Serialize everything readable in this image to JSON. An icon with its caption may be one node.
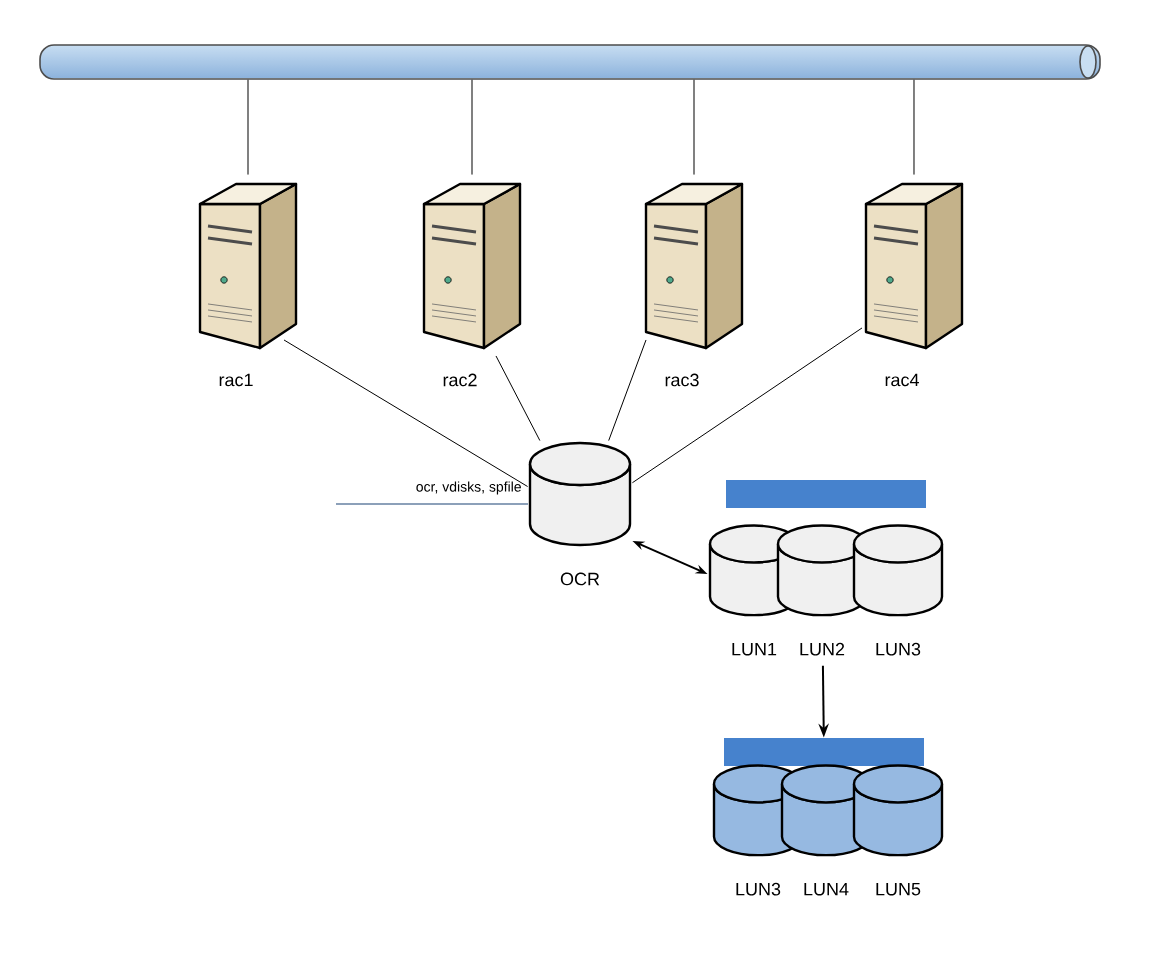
{
  "diagram": {
    "nodes": [
      {
        "text": [],
        "shape": "cylinder"
      },
      {
        "text": [
          "rac1"
        ]
      },
      {
        "text": [
          "rac2"
        ]
      },
      {
        "text": [
          "rac3"
        ]
      },
      {
        "text": [
          "rac4"
        ]
      },
      {
        "text": [
          "OCR"
        ],
        "beside": [
          "ocr, vdisks, spfile"
        ]
      },
      {
        "text": [],
        "shape": "bar"
      },
      {
        "text": [
          "LUN1"
        ]
      },
      {
        "text": [
          "LUN2"
        ]
      },
      {
        "text": [
          "LUN3"
        ]
      },
      {
        "text": [],
        "shape": "bar"
      },
      {
        "text": [
          "LUN3"
        ]
      },
      {
        "text": [
          "LUN4"
        ]
      },
      {
        "text": [
          "LUN5"
        ]
      }
    ],
    "edges": [
      {
        "from": 0,
        "to": 1,
        "arrow": "none"
      },
      {
        "from": 0,
        "to": 2,
        "arrow": "none"
      },
      {
        "from": 0,
        "to": 3,
        "arrow": "none"
      },
      {
        "from": 0,
        "to": 4,
        "arrow": "none"
      },
      {
        "from": 1,
        "to": 5,
        "arrow": "none"
      },
      {
        "from": 2,
        "to": 5,
        "arrow": "none"
      },
      {
        "from": 3,
        "to": 5,
        "arrow": "none"
      },
      {
        "from": 4,
        "to": 5,
        "arrow": "none"
      },
      {
        "from": 5,
        "to": 7,
        "arrow": "both"
      },
      {
        "from": 8,
        "to": 10,
        "arrow": "to"
      }
    ]
  }
}
